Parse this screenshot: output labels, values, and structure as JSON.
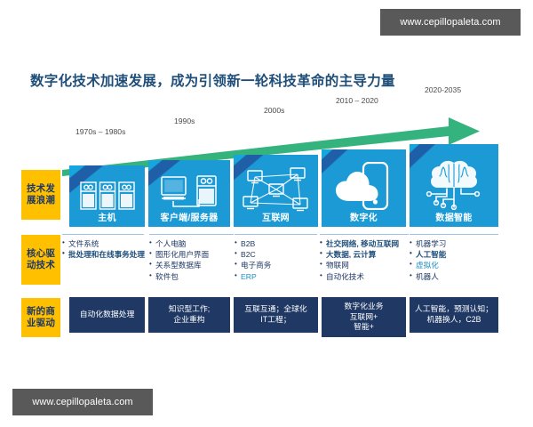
{
  "watermark": {
    "top_text": "www.cepillopaleta.com",
    "bottom_text": "www.cepillopaleta.com"
  },
  "title": "数字化技术加速发展，成为引领新一轮科技革命的主导力量",
  "colors": {
    "title": "#1f4e79",
    "arrow": "#35b37e",
    "row_label_bg": "#ffc000",
    "row_label_text": "#1f3864",
    "wave_card": "#1b9ad6",
    "wave_card_top": "#1f5fa8",
    "driver_card": "#1f3864",
    "bullet_text": "#1f3864",
    "watermark_bg": "#595959"
  },
  "row_labels": [
    {
      "line1": "技术发",
      "line2": "展浪潮"
    },
    {
      "line1": "核心驱",
      "line2": "动技术"
    },
    {
      "line1": "新的商",
      "line2": "业驱动"
    }
  ],
  "chart_data": {
    "type": "table",
    "title": "数字化技术加速发展，成为引领新一轮科技革命的主导力量",
    "layout": "rising staircase timeline with green growth arrow",
    "legend_position": "none",
    "grid": false,
    "eras": [
      "1970s – 1980s",
      "1990s",
      "2000s",
      "2010 – 2020",
      "2020-2035"
    ],
    "row_headers": [
      "技术发展浪潮",
      "核心驱动技术",
      "新的商业驱动"
    ],
    "columns": [
      {
        "era": "1970s – 1980s",
        "wave": "主机",
        "icon": "server-rack-icon",
        "technologies": [
          {
            "text": "文件系统",
            "emphasis": "normal"
          },
          {
            "text": "批处理和在线事务处理",
            "emphasis": "bold"
          }
        ],
        "driver_lines": [
          "自动化数据处理"
        ]
      },
      {
        "era": "1990s",
        "wave": "客户端/服务器",
        "icon": "desktop-server-icon",
        "technologies": [
          {
            "text": "个人电脑",
            "emphasis": "normal"
          },
          {
            "text": "图形化用户界面",
            "emphasis": "normal"
          },
          {
            "text": "关系型数据库",
            "emphasis": "normal"
          },
          {
            "text": "软件包",
            "emphasis": "normal"
          }
        ],
        "driver_lines": [
          "知识型工作;",
          "企业重构"
        ]
      },
      {
        "era": "2000s",
        "wave": "互联网",
        "icon": "network-nodes-icon",
        "technologies": [
          {
            "text": "B2B",
            "emphasis": "normal"
          },
          {
            "text": "B2C",
            "emphasis": "normal"
          },
          {
            "text": "电子商务",
            "emphasis": "normal"
          },
          {
            "text": "ERP",
            "emphasis": "teal"
          }
        ],
        "driver_lines": [
          "互联互通；全球化",
          "IT工程；"
        ]
      },
      {
        "era": "2010 – 2020",
        "wave": "数字化",
        "icon": "cloud-mobile-icon",
        "technologies": [
          {
            "text": "社交网络, 移动互联网",
            "emphasis": "bold"
          },
          {
            "text": "大数据, 云计算",
            "emphasis": "bold"
          },
          {
            "text": "物联网",
            "emphasis": "normal"
          },
          {
            "text": "自动化技术",
            "emphasis": "normal"
          }
        ],
        "driver_lines": [
          "数字化业务",
          "互联网+",
          "智能+"
        ]
      },
      {
        "era": "2020-2035",
        "wave": "数据智能",
        "icon": "brain-circuit-icon",
        "technologies": [
          {
            "text": "机器学习",
            "emphasis": "normal"
          },
          {
            "text": "人工智能",
            "emphasis": "bold"
          },
          {
            "text": "虚拟化",
            "emphasis": "teal"
          },
          {
            "text": "机器人",
            "emphasis": "normal"
          }
        ],
        "driver_lines": [
          "人工智能，预测认知；",
          "机器换人，C2B"
        ]
      }
    ]
  }
}
